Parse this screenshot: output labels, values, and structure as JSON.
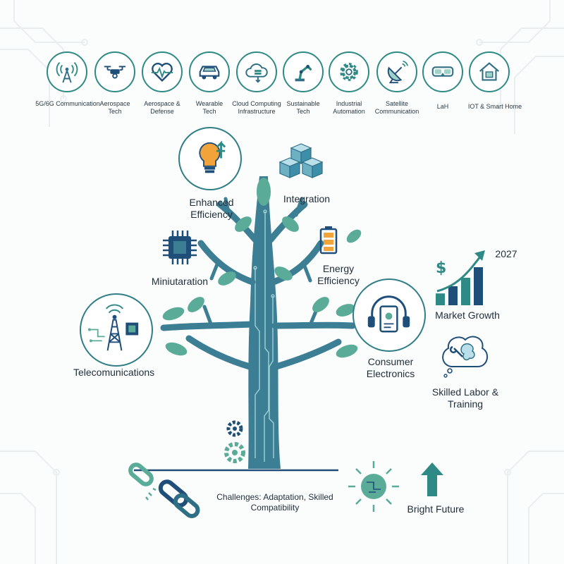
{
  "colors": {
    "teal": "#2f8a86",
    "tree": "#3c7e94",
    "leaf": "#5aab97",
    "navy": "#1f4e79",
    "orange": "#f2a33a",
    "text": "#1f2d3a"
  },
  "top_row": [
    {
      "label": "5G/6G Communication",
      "icon": "antenna-icon"
    },
    {
      "label": "Aerospace Tech",
      "icon": "drone-icon"
    },
    {
      "label": "Aerospace & Defense",
      "icon": "heartbeat-icon"
    },
    {
      "label": "Wearable Tech",
      "icon": "car-icon"
    },
    {
      "label": "Cloud Computing Infrastructure",
      "icon": "cloud-server-icon"
    },
    {
      "label": "Sustainable Tech",
      "icon": "robot-arm-icon"
    },
    {
      "label": "Industrial Automation",
      "icon": "gear-icon"
    },
    {
      "label": "Satellite Communication",
      "icon": "satellite-dish-icon"
    },
    {
      "label": "LaH",
      "icon": "vr-goggles-icon"
    },
    {
      "label": "IOT & Smart Home",
      "icon": "smart-home-icon"
    }
  ],
  "tree": {
    "enhanced_efficiency": "Enhanced Efficiency",
    "integration": "Integration",
    "miniaturization": "Miniutaration",
    "energy_efficiency": "Energy Efficiency",
    "telecommunications": "Telecomunications",
    "consumer_electronics": "Consumer Electronics"
  },
  "market": {
    "year": "2027",
    "label": "Market Growth",
    "currency_symbol": "$",
    "bars": [
      0.28,
      0.45,
      0.65,
      0.9
    ]
  },
  "skilled_labor": "Skilled Labor & Training",
  "challenges": "Challenges: Adaptation, Skilled Compatibility",
  "bright_future": "Bright Future"
}
